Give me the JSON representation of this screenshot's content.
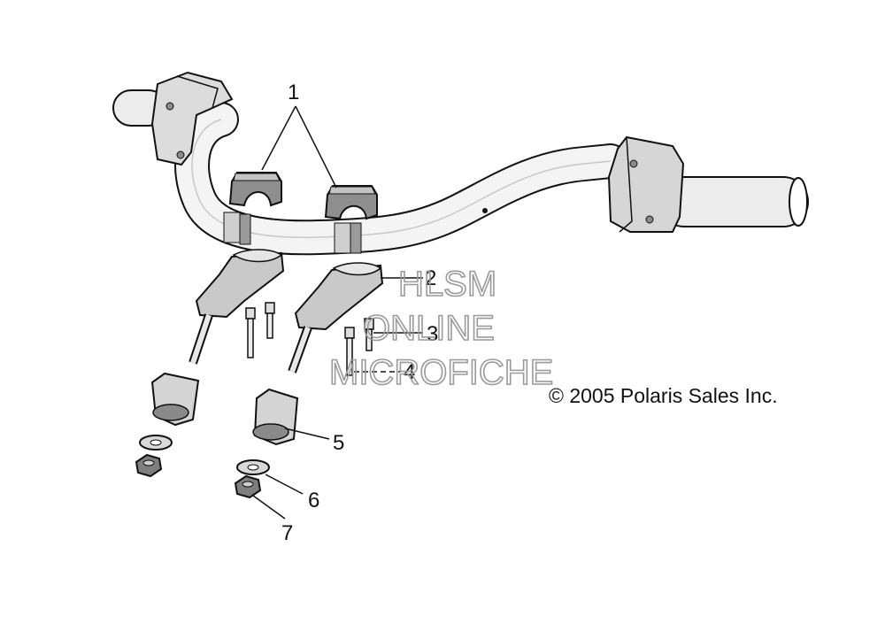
{
  "callouts": {
    "c1": "1",
    "c2": "2",
    "c3": "3",
    "c4": "4",
    "c5": "5",
    "c6": "6",
    "c7": "7"
  },
  "watermark": {
    "line1": "HLSM",
    "line2": "ONLINE",
    "line3": "MICROFICHE"
  },
  "copyright": "© 2005 Polaris Sales Inc.",
  "colors": {
    "line": "#111111",
    "shade": "#d6d6d6",
    "dark_shade": "#8a8a8a",
    "watermark": "#9a9a9a"
  }
}
